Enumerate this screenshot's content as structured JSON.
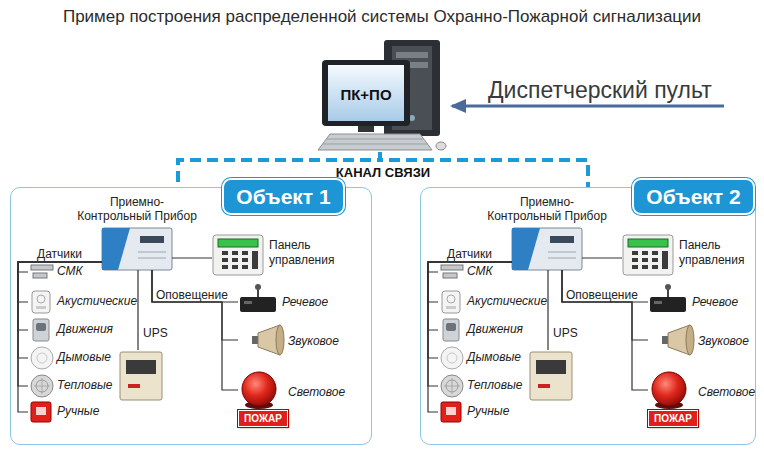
{
  "diagram": {
    "title": "Пример построения распределенной системы Охранно-Пожарной сигнализации",
    "nodes": [
      {
        "text": [
          "ПК+ПО"
        ]
      },
      {
        "text": [
          "Диспетчерский пульт"
        ]
      },
      {
        "text": [
          "Объект 1"
        ]
      },
      {
        "text": [
          "Приемно-Контрольный Прибор"
        ],
        "in": 2
      },
      {
        "text": [
          "Панель управления"
        ],
        "in": 2
      },
      {
        "text": [
          "СМК"
        ],
        "in": 2
      },
      {
        "text": [
          "Акустические"
        ],
        "in": 2
      },
      {
        "text": [
          "Движения"
        ],
        "in": 2
      },
      {
        "text": [
          "Дымовые"
        ],
        "in": 2
      },
      {
        "text": [
          "Тепловые"
        ],
        "in": 2
      },
      {
        "text": [
          "Ручные"
        ],
        "in": 2
      },
      {
        "text": [
          "UPS"
        ],
        "in": 2
      },
      {
        "text": [
          "Речевое"
        ],
        "in": 2
      },
      {
        "text": [
          "Звуковое"
        ],
        "in": 2
      },
      {
        "text": [
          "Световое"
        ],
        "in": 2
      },
      {
        "text": [
          "ПОЖАР"
        ],
        "in": 2
      },
      {
        "text": [
          "Объект 2"
        ]
      },
      {
        "text": [
          "Приемно-Контрольный Прибор"
        ],
        "in": 16
      },
      {
        "text": [
          "Панель управления"
        ],
        "in": 16
      },
      {
        "text": [
          "СМК"
        ],
        "in": 16
      },
      {
        "text": [
          "Акустические"
        ],
        "in": 16
      },
      {
        "text": [
          "Движения"
        ],
        "in": 16
      },
      {
        "text": [
          "Дымовые"
        ],
        "in": 16
      },
      {
        "text": [
          "Тепловые"
        ],
        "in": 16
      },
      {
        "text": [
          "Ручные"
        ],
        "in": 16
      },
      {
        "text": [
          "UPS"
        ],
        "in": 16
      },
      {
        "text": [
          "Речевое"
        ],
        "in": 16
      },
      {
        "text": [
          "Звуковое"
        ],
        "in": 16
      },
      {
        "text": [
          "Световое"
        ],
        "in": 16
      },
      {
        "text": [
          "ПОЖАР"
        ],
        "in": 16
      }
    ],
    "edges": [
      {
        "from": 1,
        "to": 0,
        "arrow": "to"
      },
      {
        "from": 0,
        "to": 2,
        "arrow": "none"
      },
      {
        "from": 0,
        "to": 16,
        "arrow": "none"
      },
      {
        "from": 3,
        "to": 4,
        "arrow": "none"
      },
      {
        "from": 3,
        "to": 5,
        "arrow": "none"
      },
      {
        "from": 3,
        "to": 6,
        "arrow": "none"
      },
      {
        "from": 3,
        "to": 7,
        "arrow": "none"
      },
      {
        "from": 3,
        "to": 8,
        "arrow": "none"
      },
      {
        "from": 3,
        "to": 9,
        "arrow": "none"
      },
      {
        "from": 3,
        "to": 10,
        "arrow": "none"
      },
      {
        "from": 3,
        "to": 11,
        "arrow": "none"
      },
      {
        "from": 3,
        "to": 12,
        "arrow": "none"
      },
      {
        "from": 3,
        "to": 13,
        "arrow": "none"
      },
      {
        "from": 3,
        "to": 14,
        "arrow": "none"
      },
      {
        "from": 17,
        "to": 18,
        "arrow": "none"
      },
      {
        "from": 17,
        "to": 19,
        "arrow": "none"
      },
      {
        "from": 17,
        "to": 20,
        "arrow": "none"
      },
      {
        "from": 17,
        "to": 21,
        "arrow": "none"
      },
      {
        "from": 17,
        "to": 22,
        "arrow": "none"
      },
      {
        "from": 17,
        "to": 23,
        "arrow": "none"
      },
      {
        "from": 17,
        "to": 24,
        "arrow": "none"
      },
      {
        "from": 17,
        "to": 25,
        "arrow": "none"
      },
      {
        "from": 17,
        "to": 26,
        "arrow": "none"
      },
      {
        "from": 17,
        "to": 27,
        "arrow": "none"
      },
      {
        "from": 17,
        "to": 28,
        "arrow": "none"
      }
    ],
    "labels": [
      "КАНАЛ СВЯЗИ",
      "Датчики",
      "Оповещение",
      "Датчики",
      "Оповещение"
    ]
  }
}
